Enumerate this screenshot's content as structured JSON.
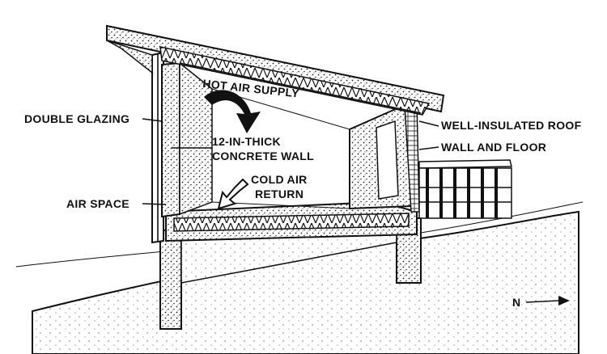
{
  "labels": {
    "hot_air_supply": "HOT AIR SUPPLY",
    "double_glazing": "DOUBLE GLAZING",
    "concrete_wall_1": "12-IN-THICK",
    "concrete_wall_2": "CONCRETE WALL",
    "cold_air_1": "COLD AIR",
    "cold_air_2": "RETURN",
    "air_space": "AIR SPACE",
    "roof": "WELL-INSULATED ROOF",
    "wall_floor": "WALL AND FLOOR",
    "north": "N"
  },
  "colors": {
    "ink": "#111111",
    "paper": "#ffffff",
    "concrete": "#d9d9d9"
  }
}
